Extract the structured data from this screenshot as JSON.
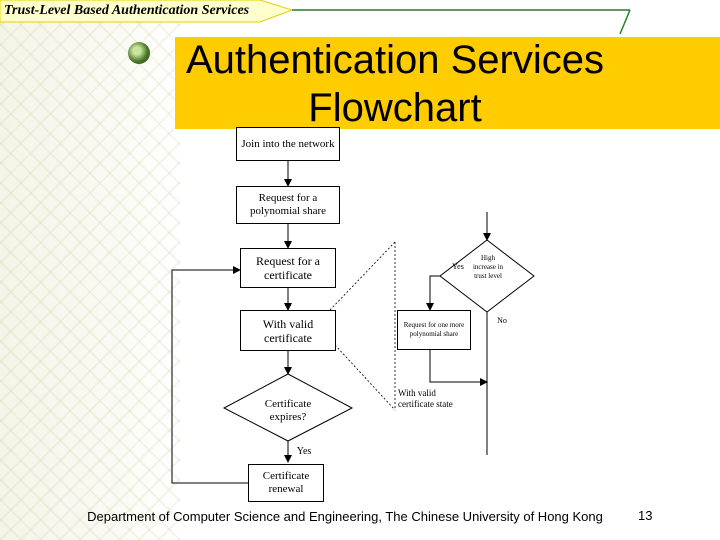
{
  "header": {
    "course_title": "Trust-Level Based Authentication Services"
  },
  "slide": {
    "title_line1": "Authentication Services",
    "title_line2": "Flowchart"
  },
  "flowchart": {
    "join": "Join into the network",
    "request_poly": "Request for a polynomial share",
    "request_cert": "Request for a certificate",
    "valid_cert": "With valid certificate",
    "cert_expires": "Certificate expires?",
    "yes_bottom": "Yes",
    "renewal": "Certificate renewal",
    "yes_right": "Yes",
    "high_increase": "High increase in trust level",
    "request_one_more": "Request for one more polynomial share",
    "no_right": "No",
    "valid_cert_state": "With valid certificate state"
  },
  "footer": {
    "department": "Department of Computer Science and Engineering, The Chinese University of Hong Kong",
    "page_number": "13"
  },
  "colors": {
    "accent_yellow": "#ffcc00",
    "line": "#000000"
  }
}
